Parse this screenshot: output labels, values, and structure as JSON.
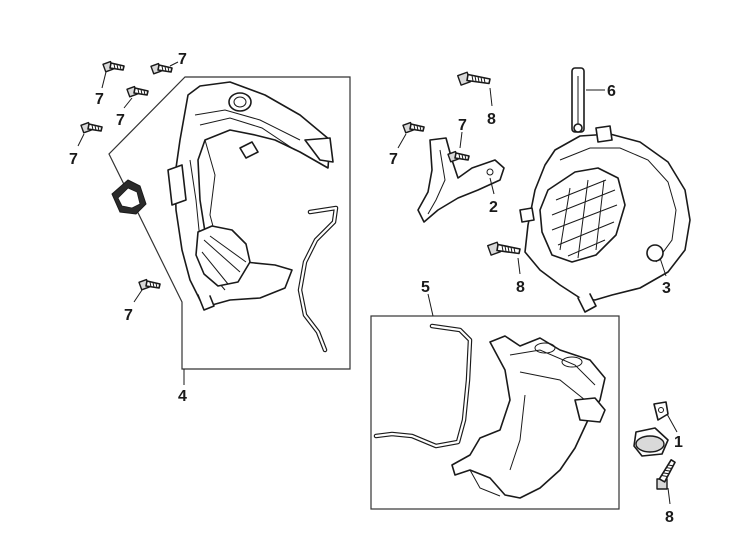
{
  "diagram": {
    "callouts": [
      {
        "id": "c7a",
        "text": "7"
      },
      {
        "id": "c7b",
        "text": "7"
      },
      {
        "id": "c7c",
        "text": "7"
      },
      {
        "id": "c7d",
        "text": "7"
      },
      {
        "id": "c7e",
        "text": "7"
      },
      {
        "id": "c7f",
        "text": "7"
      },
      {
        "id": "c7g",
        "text": "7"
      },
      {
        "id": "c8a",
        "text": "8"
      },
      {
        "id": "c8b",
        "text": "8"
      },
      {
        "id": "c8c",
        "text": "8"
      },
      {
        "id": "c6",
        "text": "6"
      },
      {
        "id": "c2",
        "text": "2"
      },
      {
        "id": "c3",
        "text": "3"
      },
      {
        "id": "c5",
        "text": "5"
      },
      {
        "id": "c4",
        "text": "4"
      },
      {
        "id": "c1",
        "text": "1"
      }
    ]
  }
}
